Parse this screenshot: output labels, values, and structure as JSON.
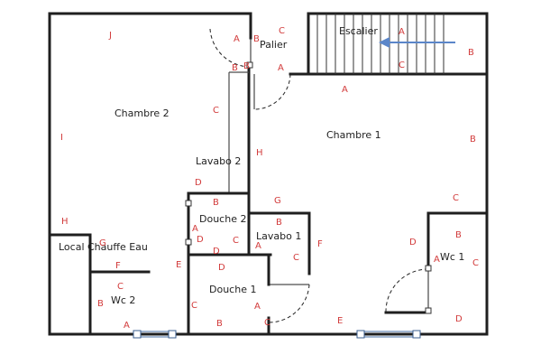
{
  "colors": {
    "wall": "#1f1f1f",
    "room_text": "#222222",
    "wall_letter": "#d23b3b",
    "arrow": "#5b86c9",
    "window": "#6b8bb8",
    "background": "#ffffff"
  },
  "rooms": {
    "chambre2": "Chambre 2",
    "chambre1": "Chambre 1",
    "palier": "Palier",
    "escalier": "Escalier",
    "lavabo2": "Lavabo 2",
    "douche2": "Douche 2",
    "lavabo1": "Lavabo 1",
    "local_chauffe_eau": "Local Chauffe Eau",
    "wc2": "Wc 2",
    "douche1": "Douche 1",
    "wc1": "Wc 1"
  },
  "wall_letters": [
    "J",
    "A",
    "B",
    "C",
    "A",
    "B",
    "A",
    "B",
    "C",
    "B",
    "A",
    "I",
    "C",
    "B",
    "H",
    "C",
    "G",
    "D",
    "B",
    "H",
    "G",
    "A",
    "D",
    "B",
    "C",
    "A",
    "D",
    "F",
    "C",
    "D",
    "B",
    "A",
    "C",
    "E",
    "F",
    "D",
    "C",
    "B",
    "C",
    "A",
    "A",
    "C",
    "B",
    "E",
    "D"
  ],
  "icons": {
    "stair_arrow": "left-arrow-icon"
  }
}
